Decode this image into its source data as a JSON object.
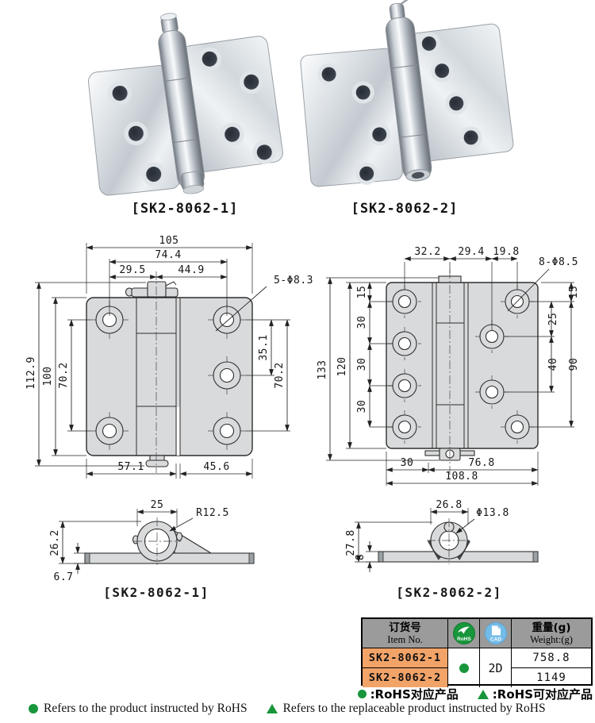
{
  "page": {
    "background": "#ffffff"
  },
  "photos": {
    "left_label": "[SK2-8062-1]",
    "right_label": "[SK2-8062-2]"
  },
  "drawings": {
    "front_left": {
      "total_width": "105",
      "hole_span": "74.4",
      "left_to_center": "29.5",
      "center_to_right": "44.9",
      "holes_callout": "5-Φ8.3",
      "total_height": "112.9",
      "body_height": "100",
      "left_hole_pitch": "70.2",
      "right_upper_pitch": "35.1",
      "right_hole_pitch": "70.2",
      "bottom_left_width": "57.1",
      "bottom_right_width": "45.6"
    },
    "front_right": {
      "left_to_center": "32.2",
      "center_to_mid": "29.4",
      "mid_to_right": "19.8",
      "holes_callout": "8-Φ8.5",
      "total_height": "133",
      "body_height": "120",
      "left_top_offset": "15",
      "left_pitch_1": "30",
      "left_pitch_2": "30",
      "left_pitch_3": "30",
      "right_top_offset": "15",
      "right_upper_pitch": "25",
      "right_mid_pitch": "40",
      "right_hole_pitch": "90",
      "bottom_left": "30",
      "bottom_right": "76.8",
      "bottom_total": "108.8"
    },
    "side_left": {
      "label": "[SK2-8062-1]",
      "barrel_width": "25",
      "radius": "R12.5",
      "height": "26.2",
      "thickness": "6.7"
    },
    "side_right": {
      "label": "[SK2-8062-2]",
      "barrel_width": "26.8",
      "bore": "Φ13.8",
      "height": "27.8",
      "thickness": "8"
    }
  },
  "table": {
    "header": {
      "item_cn": "订货号",
      "item_en": "Item No.",
      "rohs_label": "RoHS",
      "cad_label": "CAD",
      "weight_cn": "重量(g)",
      "weight_en": "Weight:(g)"
    },
    "cad_value": "2D",
    "rows": [
      {
        "item": "SK2-8062-1",
        "weight": "758.8"
      },
      {
        "item": "SK2-8062-2",
        "weight": "1149"
      }
    ],
    "colors": {
      "header_bg": "#9b9b9b",
      "item_bg": "#f2a368",
      "rohs_green": "#18963c",
      "cad_blue": "#74bce8"
    }
  },
  "legend": {
    "dot_cn": ":RoHS对应产品",
    "tri_cn": ":RoHS可对应产品",
    "dot_en": "Refers to the product instructed by RoHS",
    "tri_en": "Refers to the replaceable product instructed by RoHS"
  }
}
